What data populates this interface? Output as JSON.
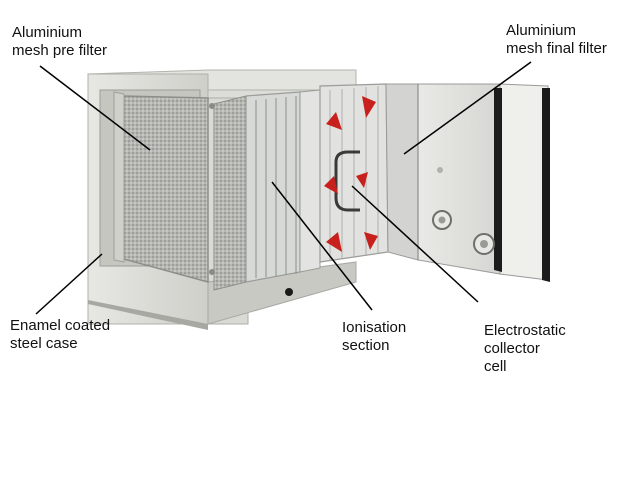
{
  "labels": {
    "prefilter": [
      "Aluminium",
      "mesh pre filter"
    ],
    "finalfilter": [
      "Aluminium",
      "mesh final filter"
    ],
    "case": [
      "Enamel coated",
      "steel case"
    ],
    "ionisation": [
      "Ionisation",
      "section"
    ],
    "collector": [
      "Electrostatic",
      "collector",
      "cell"
    ]
  },
  "colors": {
    "case": "#dcdcd8",
    "case_shadow": "#b9b9b4",
    "mesh": "#a9aaa6",
    "door_frame": "#1c1c1c",
    "magnet": "#c8201c",
    "leader": "#000000"
  }
}
